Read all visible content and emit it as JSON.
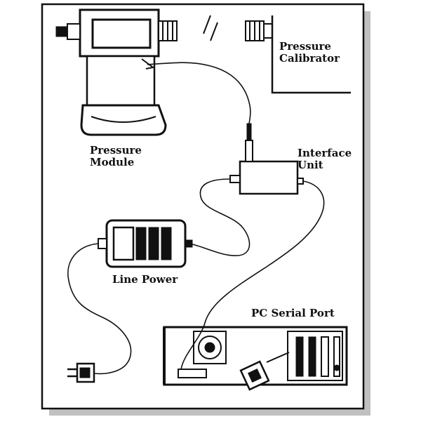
{
  "diagram": {
    "labels": {
      "pressure_calibrator": [
        "Pressure",
        "Calibrator"
      ],
      "pressure_module": [
        "Pressure",
        "Module"
      ],
      "interface_unit": [
        "Interface",
        "Unit"
      ],
      "line_power": "Line Power",
      "pc_serial_port": "PC Serial Port"
    },
    "colors": {
      "ink": "#111111",
      "paper": "#ffffff",
      "shadow": "#b8b8b8"
    }
  }
}
